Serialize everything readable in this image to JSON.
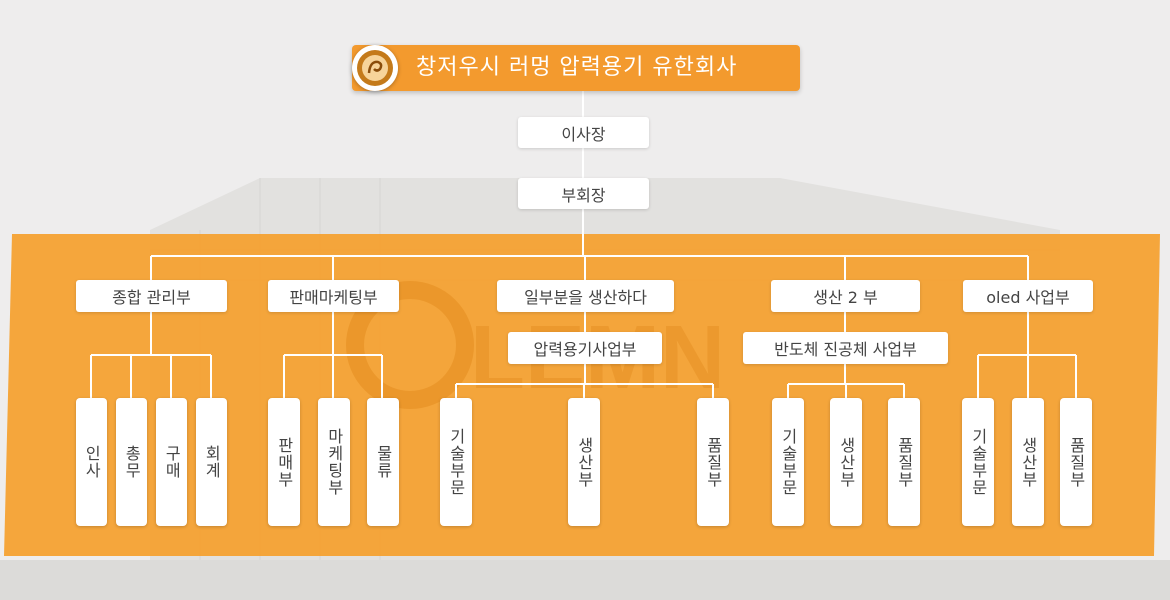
{
  "company": {
    "name": "창저우시 러멍 압력용기 유한회사"
  },
  "watermark": "LEMN",
  "colors": {
    "orange": "#f5a02e",
    "title_orange": "#f39a2e",
    "line": "#ffffff"
  },
  "chairman": "이사장",
  "vice_chairman": "부회장",
  "departments": [
    {
      "label": "종합 관리부",
      "children": [
        "인사",
        "총무",
        "구매",
        "회계"
      ]
    },
    {
      "label": "판매마케팅부",
      "children": [
        "판매부",
        "마케팅부",
        "물류"
      ]
    },
    {
      "label": "일부분을 생산하다",
      "sub": "압력용기사업부",
      "children": [
        "기술부문",
        "생산부",
        "품질부"
      ]
    },
    {
      "label": "생산 2 부",
      "sub": "반도체 진공체 사업부",
      "children": [
        "기술부문",
        "생산부",
        "품질부"
      ]
    },
    {
      "label": "oled 사업부",
      "children": [
        "기술부문",
        "생산부",
        "품질부"
      ]
    }
  ]
}
